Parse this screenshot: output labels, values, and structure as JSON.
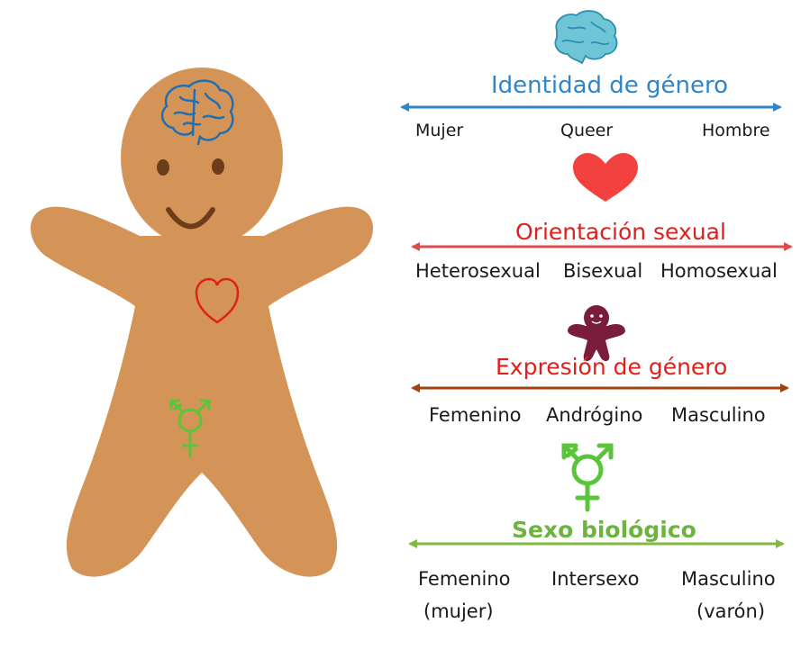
{
  "colors": {
    "skin": "#d59457",
    "face": "#6b3d1a",
    "identity": "#2e86c8",
    "orientation": "#e04c4c",
    "expression": "#e0201c",
    "expression_arrow": "#a0420f",
    "sex": "#7fba3e",
    "sex_title": "#6db33f",
    "mini_figure": "#7a1c3c",
    "brain_light": "#6fc5d6",
    "heart_fill": "#f2413e",
    "gender_symbol": "#5ac53a"
  },
  "icons": {
    "head": "brain-icon",
    "chest": "heart-outline-icon",
    "groin": "transgender-symbol-icon"
  },
  "scales": [
    {
      "id": "identity",
      "icon": "brain-icon",
      "title": "Identidad de género",
      "labels": [
        "Mujer",
        "Queer",
        "Hombre"
      ]
    },
    {
      "id": "orientation",
      "icon": "heart-icon",
      "title": "Orientación sexual",
      "labels": [
        "Heterosexual",
        "Bisexual",
        "Homosexual"
      ]
    },
    {
      "id": "expression",
      "icon": "gingerbread-person-icon",
      "title": "Expresión de género",
      "labels": [
        "Femenino",
        "Andrógino",
        "Masculino"
      ]
    },
    {
      "id": "sex",
      "icon": "transgender-symbol-icon",
      "title": "Sexo biológico",
      "labels": [
        "Femenino",
        "Intersexo",
        "Masculino"
      ],
      "sublabels": [
        "(mujer)",
        "",
        "(varón)"
      ]
    }
  ]
}
